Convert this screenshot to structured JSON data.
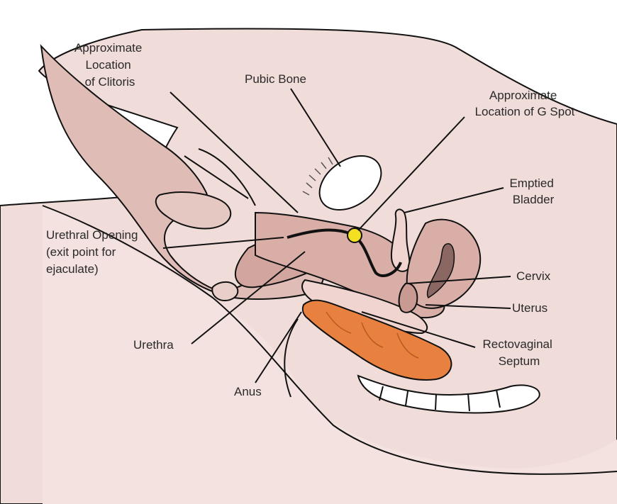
{
  "labels": {
    "clitoris": [
      "Approximate",
      "Location",
      "of Clitoris"
    ],
    "pubic_bone": "Pubic Bone",
    "g_spot": [
      "Approximate",
      "Location of G Spot"
    ],
    "bladder": [
      "Emptied",
      "Bladder"
    ],
    "urethral_opening": [
      "Urethral Opening",
      "(exit point for",
      "ejaculate)"
    ],
    "cervix": "Cervix",
    "uterus": "Uterus",
    "urethra": "Urethra",
    "rectovaginal_septum": [
      "Rectovaginal",
      "Septum"
    ],
    "anus": "Anus"
  },
  "colors": {
    "skin_light": "#f0dcd8",
    "skin_mid": "#e4c7c0",
    "tissue": "#d8aea6",
    "tissue_dark": "#c99a92",
    "rectum": "#e8813f",
    "g_spot_marker": "#f2e021",
    "bone": "#ffffff",
    "outline": "#111111"
  }
}
